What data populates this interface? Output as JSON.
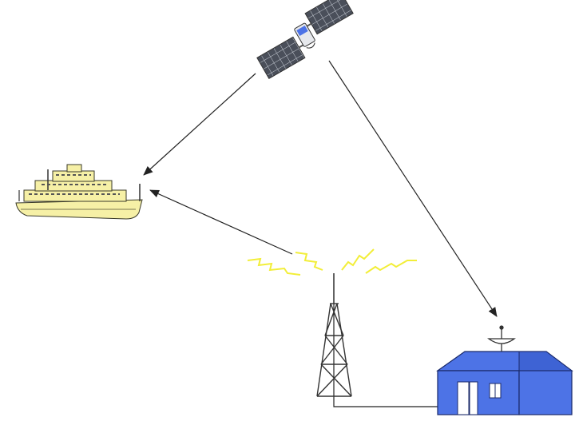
{
  "diagram": {
    "title": "",
    "elements": [
      {
        "id": "satellite",
        "icon": "satellite-icon"
      },
      {
        "id": "ship",
        "icon": "ship-icon"
      },
      {
        "id": "radio-tower",
        "icon": "radio-tower-icon"
      },
      {
        "id": "base-station",
        "icon": "building-icon"
      }
    ],
    "connections": [
      {
        "from": "satellite",
        "to": "ship",
        "style": "arrow"
      },
      {
        "from": "satellite",
        "to": "base-station",
        "style": "arrow"
      },
      {
        "from": "radio-tower",
        "to": "ship",
        "style": "arrow"
      },
      {
        "from": "radio-tower",
        "to": "base-station",
        "style": "line"
      }
    ],
    "colors": {
      "building": "#4d73e6",
      "ship": "#f6f0a6",
      "signal": "#f2ee38",
      "solar_panel": "#444a55",
      "line": "#222222"
    }
  }
}
